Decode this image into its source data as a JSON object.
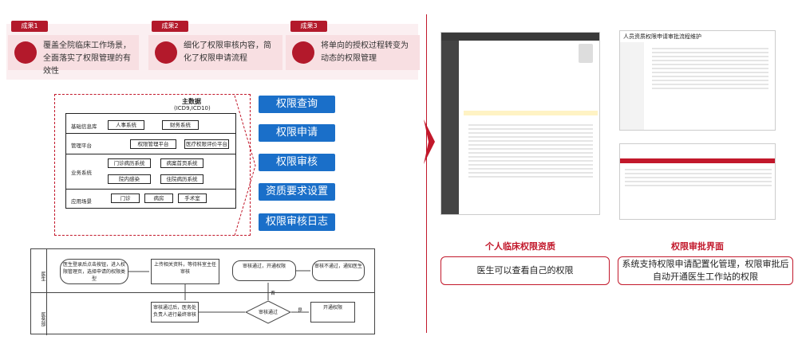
{
  "results": [
    {
      "badge": "成果1",
      "text": "覆盖全院临床工作场景，全面落实了权限管理的有效性"
    },
    {
      "badge": "成果2",
      "text": "细化了权限审核内容，简化了权限申请流程"
    },
    {
      "badge": "成果3",
      "text": "将单向的授权过程转变为动态的权限管理"
    }
  ],
  "diagram": {
    "main_data_title": "主数据",
    "main_data_sub": "(ICD9,ICD10)",
    "rows": [
      {
        "label": "基础信息库",
        "boxes": [
          "人事系统",
          "财务系统"
        ]
      },
      {
        "label": "管理平台",
        "boxes": [
          "权限管理平台",
          "医疗权限评价平台"
        ]
      },
      {
        "label": "业务系统",
        "boxes": [
          "门诊病历系统",
          "病案首页系统",
          "院内感染",
          "住院病历系统"
        ]
      },
      {
        "label": "应用场景",
        "boxes": [
          "门诊",
          "病房",
          "手术室"
        ]
      }
    ]
  },
  "func_buttons": [
    "权限查询",
    "权限申请",
    "权限审核",
    "资质要求设置",
    "权限审核日志"
  ],
  "flow": {
    "lanes": [
      "医务部",
      "医生"
    ],
    "boxes": [
      "医生登录后点击按钮，进入权限管理页，选择申请的权限类型",
      "上传相关资料，等待科室主任审核",
      "审核通过后，医务处负责人进行最终审核",
      "审核通过，开通权限",
      "审核不通过，通知医生",
      "审核通过",
      "开通权限"
    ],
    "decision": "审核通过",
    "yes": "是",
    "no": "否"
  },
  "arrow_color": "#c2182b",
  "screenshots": {
    "left_caption": "个人临床权限资质",
    "right_caption": "权限审批界面",
    "left_note": "医生可以查看自己的权限",
    "right_note": "系统支持权限申请配置化管理，权限审批后自动开通医生工作站的权限",
    "right_top_title": "人员资质权限申请审批流程维护"
  }
}
